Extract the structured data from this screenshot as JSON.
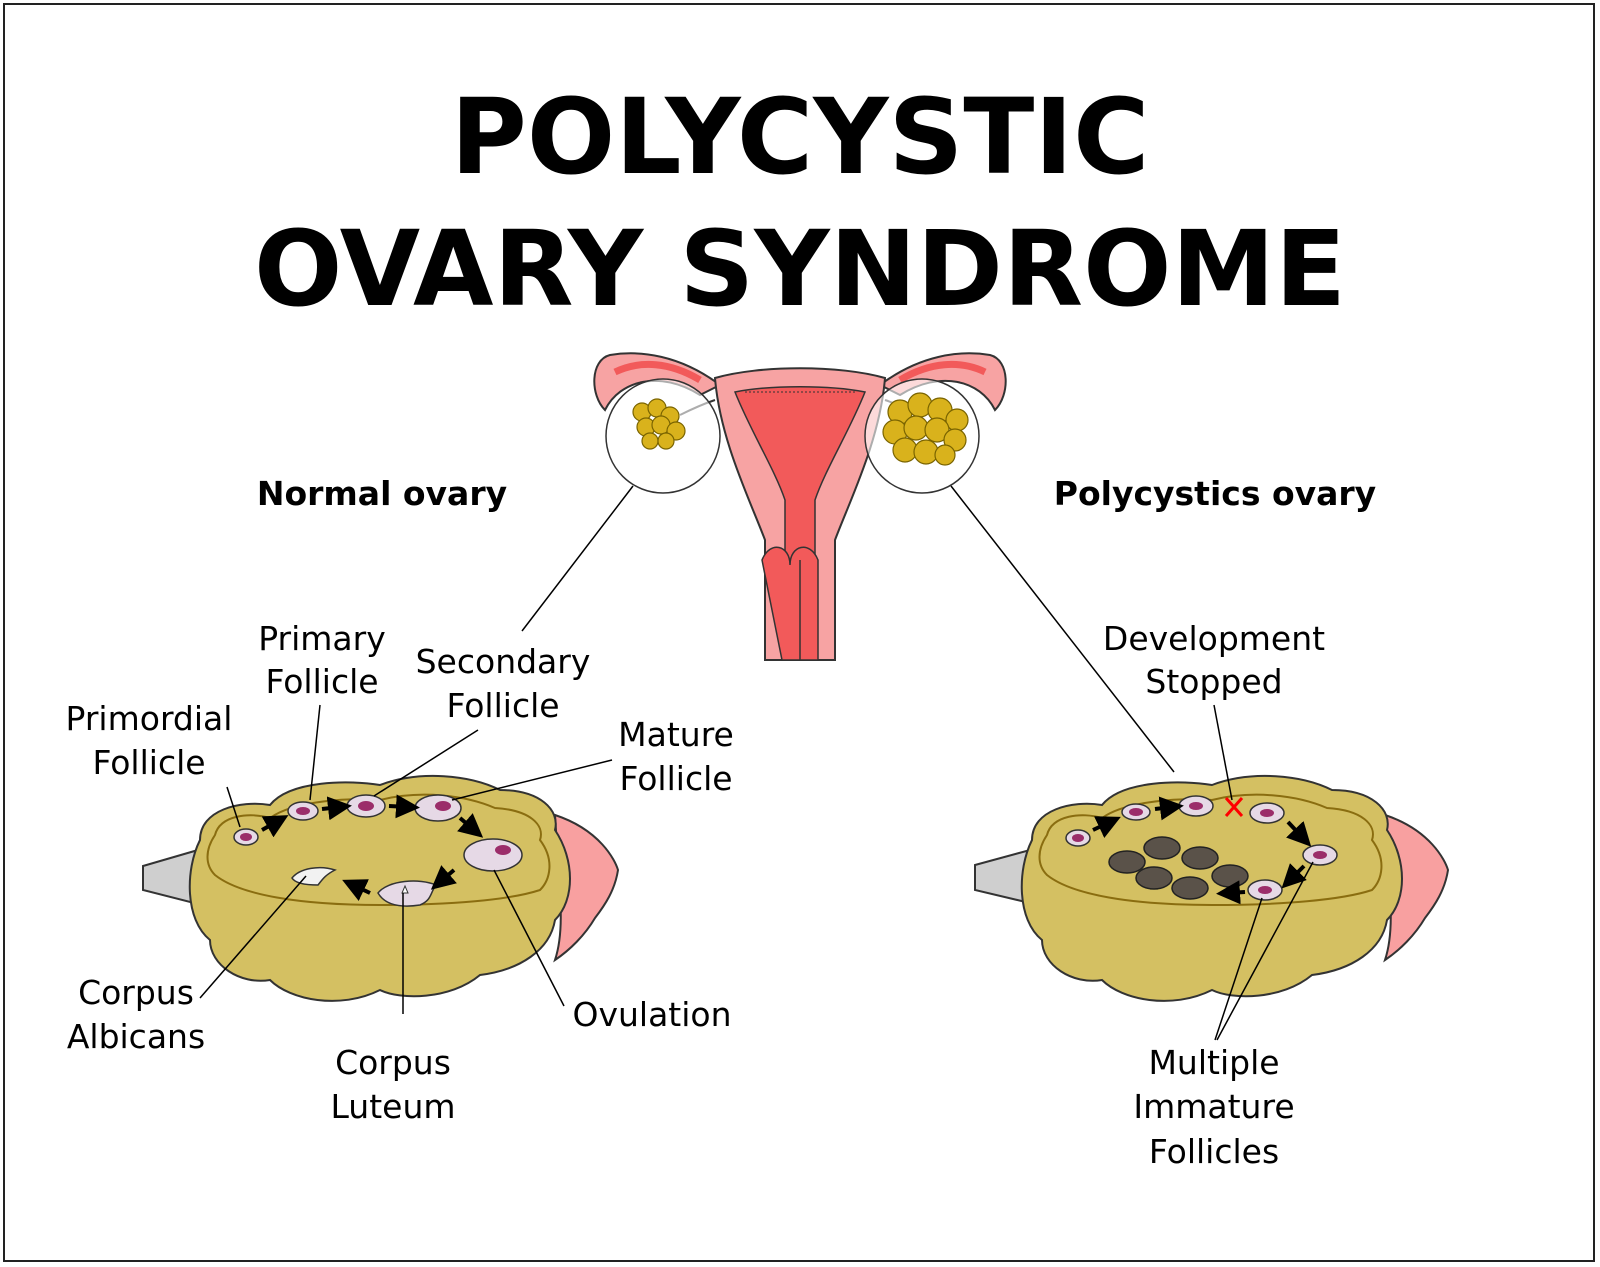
{
  "title": {
    "line1": "POLYCYSTIC",
    "line2": "OVARY SYNDROME"
  },
  "normal": {
    "heading": "Normal ovary",
    "labels": {
      "primary_1": "Primary",
      "primary_2": "Follicle",
      "secondary_1": "Secondary",
      "secondary_2": "Follicle",
      "primordial_1": "Primordial",
      "primordial_2": "Follicle",
      "mature_1": "Mature",
      "mature_2": "Follicle",
      "albicans_1": "Corpus",
      "albicans_2": "Albicans",
      "luteum_1": "Corpus",
      "luteum_2": "Luteum",
      "ovulation": "Ovulation"
    }
  },
  "pcos": {
    "heading": "Polycystics ovary",
    "labels": {
      "stopped_1": "Development",
      "stopped_2": "Stopped",
      "immature_1": "Multiple",
      "immature_2": "Immature",
      "immature_3": "Follicles"
    }
  },
  "colors": {
    "uterus_outer": "#f7a3a3",
    "uterus_inner": "#f25a5a",
    "ovary_tissue": "#d4c062",
    "ovary_edge": "#b89b2c",
    "ovary_small_cyst": "#d9b21c",
    "follicle_fill": "#e6d9e6",
    "oocyte": "#9b2d6a",
    "cyst": "#5a5249",
    "ligament": "#cfcfcf",
    "fimbria": "#f8a0a0",
    "stop_mark": "#ff0000"
  }
}
